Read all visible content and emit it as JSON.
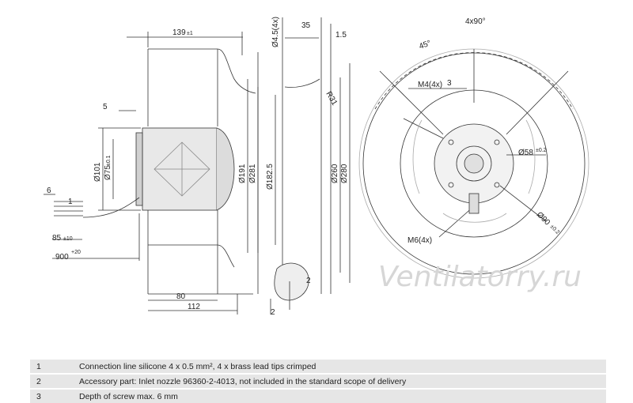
{
  "side_view": {
    "dims": {
      "length_139": "139",
      "length_139_tol": "±1",
      "hole_4_5": "Ø4.5(4x)",
      "width_35": "35",
      "thickness_1_5": "1.5",
      "offset_5": "5",
      "radius_r31": "R31",
      "dia_101": "Ø101",
      "dia_75": "Ø75",
      "dia_75_tol": "±0.1",
      "dia_191": "Ø191",
      "dia_281": "Ø281",
      "dia_182_5": "Ø182.5",
      "dia_260": "Ø260",
      "dia_280": "Ø280",
      "lead_6": "6",
      "callout_1": "1",
      "len_85": "85",
      "len_85_tol": "±10",
      "len_900": "900",
      "len_900_tol": "+20",
      "len_80": "80",
      "len_112": "112",
      "callout_2a": "2",
      "callout_2b": "2"
    }
  },
  "front_view": {
    "dims": {
      "angle_4x90": "4x90°",
      "angle_45": "45°",
      "thread_m4": "M4(4x)",
      "callout_3": "3",
      "dia_58": "Ø58",
      "dia_58_tol": "±0.2",
      "dia_90": "Ø90",
      "dia_90_tol": "±0.2",
      "thread_m6": "M6(4x)"
    }
  },
  "watermark": "Ventilatorry.ru",
  "notes": [
    {
      "num": "1",
      "text": "Connection line silicone 4 x 0.5 mm², 4 x brass lead tips crimped"
    },
    {
      "num": "2",
      "text": "Accessory part: Inlet nozzle 96360-2-4013, not included in the standard scope of delivery"
    },
    {
      "num": "3",
      "text": "Depth of screw max. 6 mm"
    }
  ],
  "colors": {
    "line": "#333333",
    "shade": "#cfcfcf",
    "notes_bg": "#e6e6e6"
  }
}
